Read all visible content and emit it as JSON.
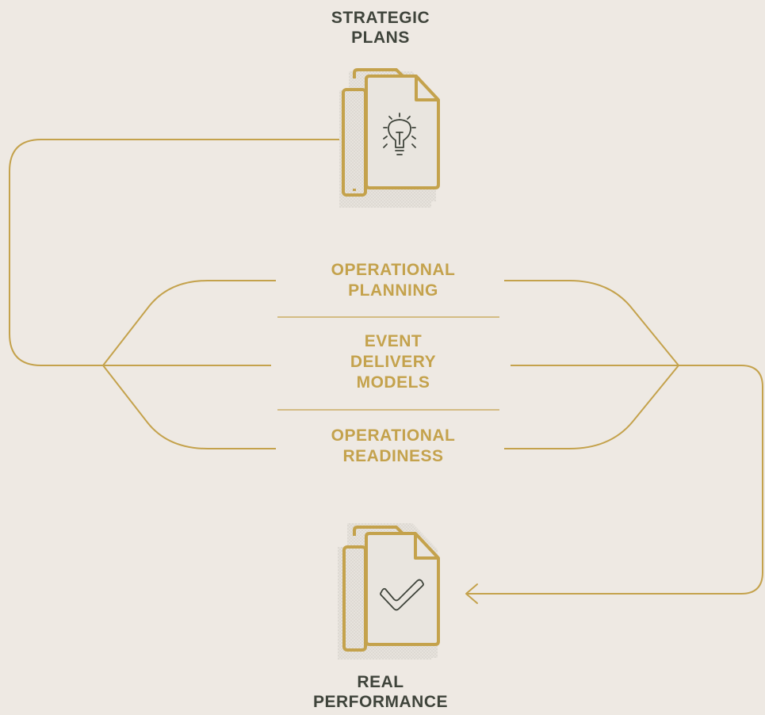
{
  "colors": {
    "background": "#EEE9E3",
    "gold": "#C4A24C",
    "dark": "#3F443B",
    "icon_fill": "#E4E0DA"
  },
  "top_node": {
    "label_lines": [
      "STRATEGIC",
      "PLANS"
    ],
    "icon": "lightbulb-document-icon"
  },
  "stages": [
    {
      "lines": [
        "OPERATIONAL",
        "PLANNING"
      ]
    },
    {
      "lines": [
        "EVENT",
        "DELIVERY",
        "MODELS"
      ]
    },
    {
      "lines": [
        "OPERATIONAL",
        "READINESS"
      ]
    }
  ],
  "bottom_node": {
    "label_lines": [
      "REAL",
      "PERFORMANCE"
    ],
    "icon": "checkmark-document-icon"
  },
  "connectors": {
    "return_arrow": "arrow-left-icon"
  }
}
